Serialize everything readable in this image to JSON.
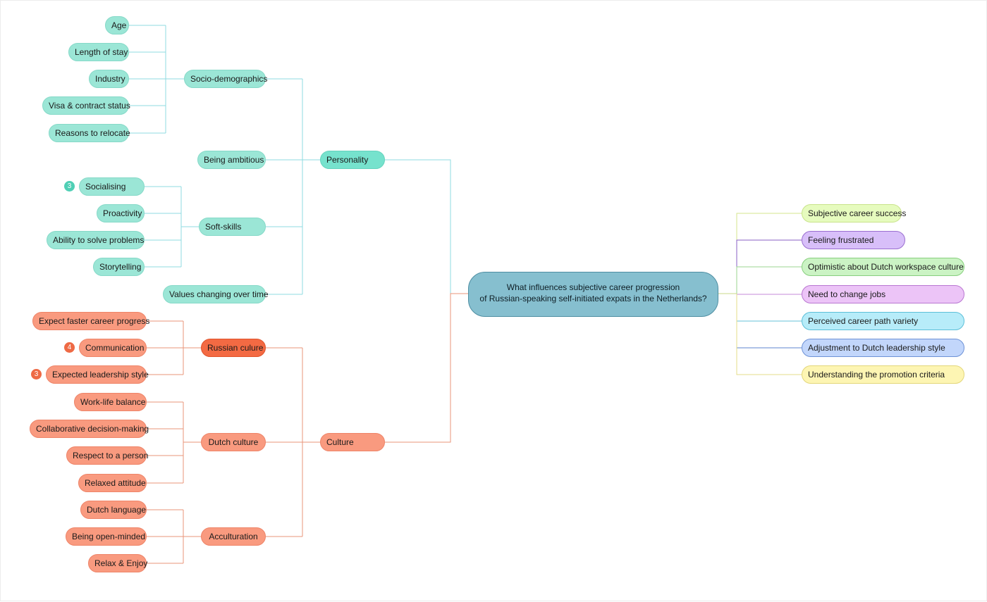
{
  "central_topic": {
    "line1": "What influences subjective career progression",
    "line2": "of Russian-speaking self-initiated expats in the Netherlands?"
  },
  "personality": {
    "label": "Personality",
    "socio": {
      "label": "Socio-demographics",
      "items": [
        "Age",
        "Length of stay",
        "Industry",
        "Visa & contract status",
        "Reasons to relocate"
      ]
    },
    "ambitious": "Being ambitious",
    "soft": {
      "label": "Soft-skills",
      "items": [
        "Socialising",
        "Proactivity",
        "Ability to solve problems",
        "Storytelling"
      ],
      "socialising_count": "3"
    },
    "values": "Values changing over time"
  },
  "culture": {
    "label": "Culture",
    "russian": {
      "label": "Russian culure",
      "items": [
        "Expect faster career progress",
        "Communication",
        "Expected leadership style"
      ],
      "communication_count": "4",
      "leadership_count": "3"
    },
    "dutch": {
      "label": "Dutch culture",
      "items": [
        "Work-life balance",
        "Collaborative decision-making",
        "Respect to a person",
        "Relaxed attitude"
      ]
    },
    "accult": {
      "label": "Acculturation",
      "items": [
        "Dutch language",
        "Being open-minded",
        "Relax & Enjoy"
      ]
    }
  },
  "outcomes": [
    {
      "label": "Subjective career success",
      "fill": "#e6fbbe",
      "border": "#c8e38a"
    },
    {
      "label": "Feeling frustrated",
      "fill": "#d8bff9",
      "border": "#9a6fd0"
    },
    {
      "label": "Optimistic about Dutch workspace culture",
      "fill": "#cbf3c4",
      "border": "#88cf7e"
    },
    {
      "label": "Need to change jobs",
      "fill": "#ecc4f7",
      "border": "#b977d1"
    },
    {
      "label": "Perceived career path variety",
      "fill": "#b7ecf9",
      "border": "#5cbfd8"
    },
    {
      "label": "Adjustment to Dutch leadership style",
      "fill": "#c2d6fb",
      "border": "#6e92d6"
    },
    {
      "label": "Understanding the promotion criteria",
      "fill": "#fdf5b3",
      "border": "#e3d67a"
    }
  ],
  "colors": {
    "green_line": "#8fdbe0",
    "orange_line": "#e8947a"
  }
}
